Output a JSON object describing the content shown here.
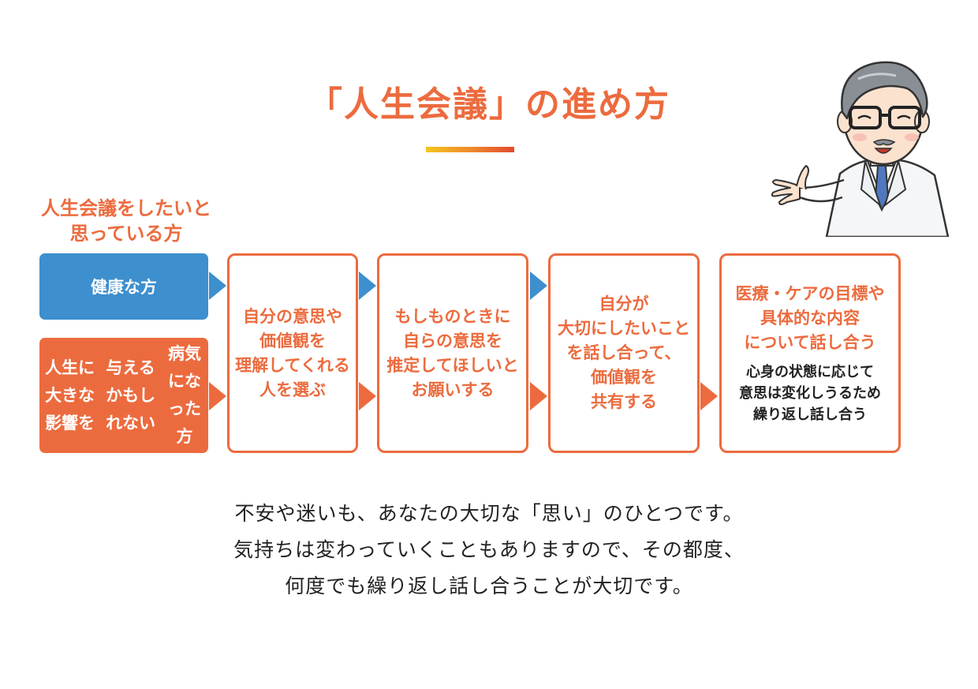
{
  "title": "「人生会議」の進め方",
  "caption_lines": [
    "人生会議をしたいと",
    "思っている方"
  ],
  "entry_blue": "健康な方",
  "entry_orange_lines": [
    "人生に大きな影響を",
    "与えるかもしれない",
    "病気になった方"
  ],
  "steps": [
    {
      "lines": [
        "自分の意思や",
        "価値観を",
        "理解してくれる",
        "人を選ぶ"
      ]
    },
    {
      "lines": [
        "もしものときに",
        "自らの意思を",
        "推定してほしいと",
        "お願いする"
      ]
    },
    {
      "lines": [
        "自分が",
        "大切にしたいこと",
        "を話し合って、",
        "価値観を",
        "共有する"
      ]
    },
    {
      "lines": [
        "医療・ケアの目標や",
        "具体的な内容",
        "について話し合う"
      ],
      "sub_lines": [
        "心身の状態に応じて",
        "意思は変化しうるため",
        "繰り返し話し合う"
      ]
    }
  ],
  "bottom_lines": [
    "不安や迷いも、あなたの大切な「思い」のひとつです。",
    "気持ちは変わっていくこともありますので、その都度、",
    "何度でも繰り返し話し合うことが大切です。"
  ],
  "colors": {
    "accent": "#ec6b3e",
    "blue": "#3d8fce",
    "text": "#222222"
  },
  "illustration": "doctor-pointing-illustration"
}
